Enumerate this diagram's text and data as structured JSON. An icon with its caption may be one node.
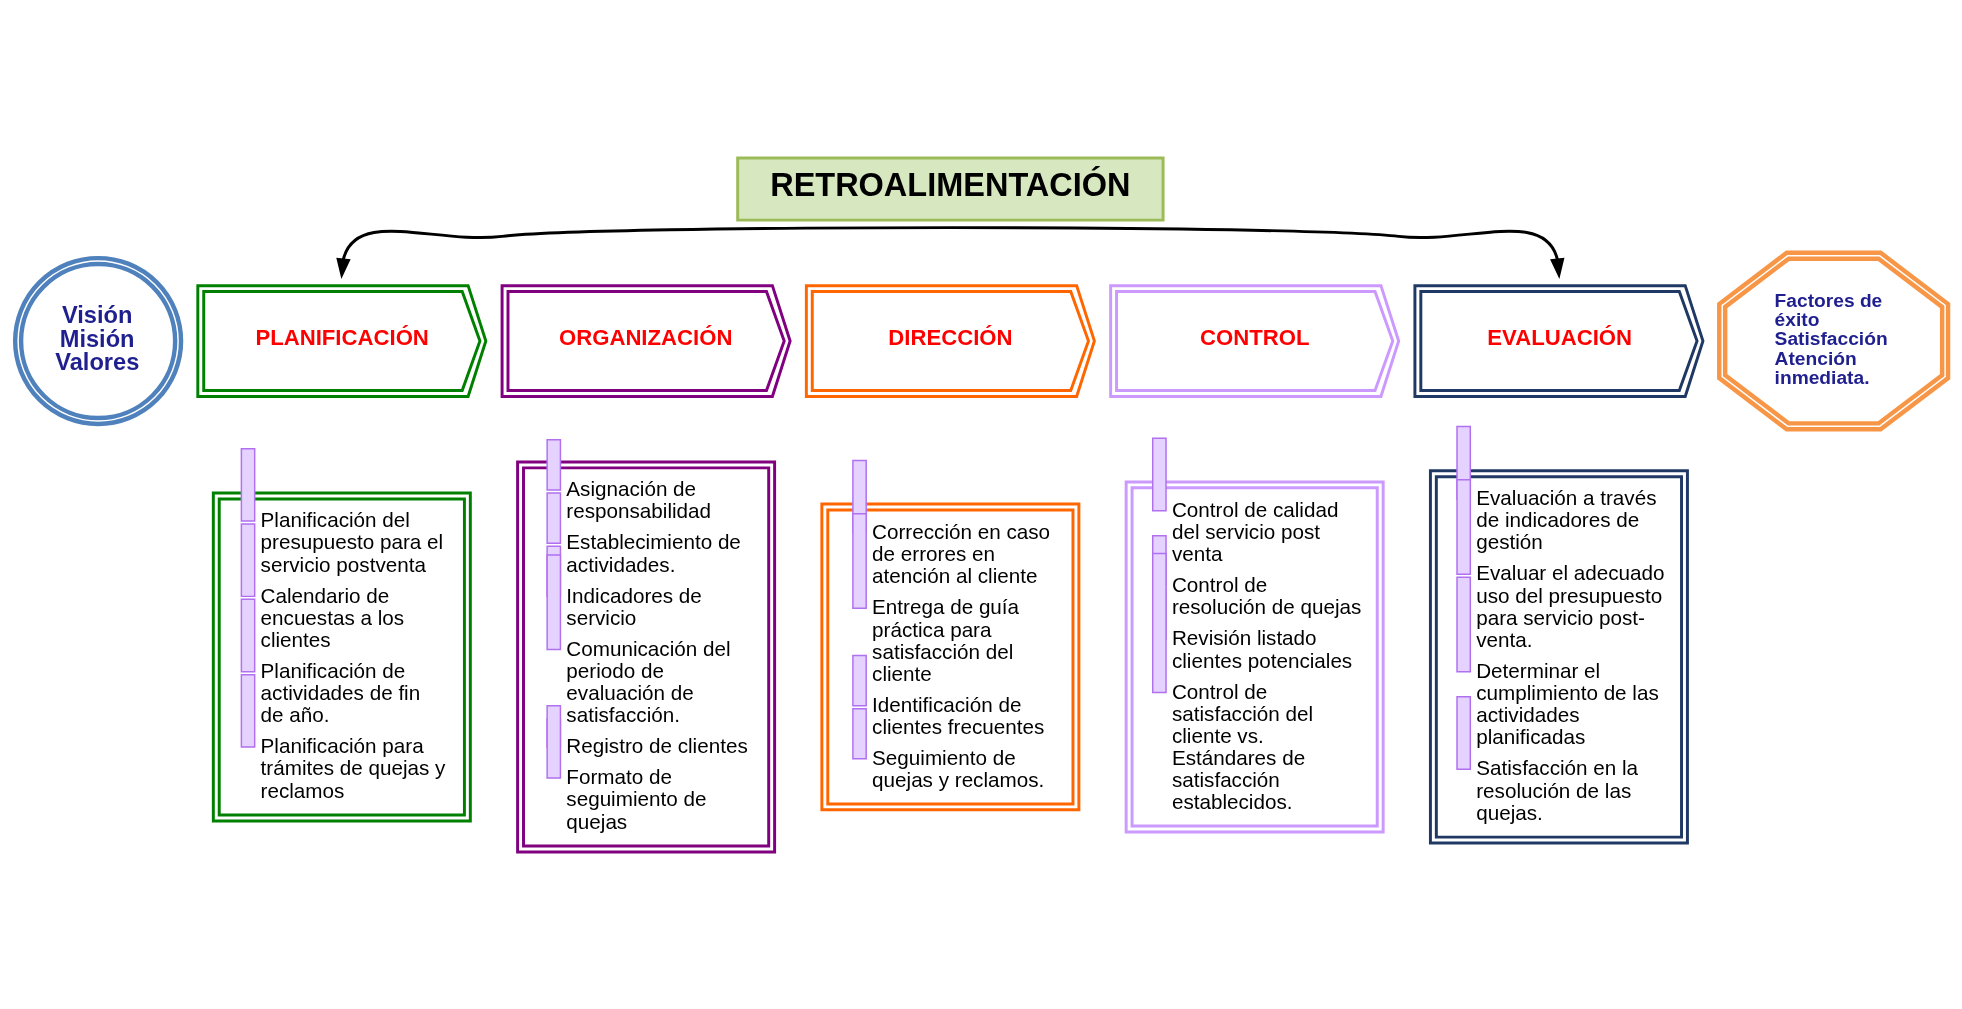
{
  "diagram": {
    "nodes": [
      {
        "text": [
          "RETROALIMENTACIÓN"
        ]
      },
      {
        "text": [
          "Visión Misión Valores"
        ]
      },
      {
        "text": [
          "PLANIFICACIÓN"
        ]
      },
      {
        "text": [
          "ORGANIZACIÓN"
        ]
      },
      {
        "text": [
          "DIRECCIÓN"
        ]
      },
      {
        "text": [
          "CONTROL"
        ]
      },
      {
        "text": [
          "EVALUACIÓN"
        ]
      },
      {
        "text": [
          "Planificación del presupuesto para el servicio postventa",
          "Calendario de encuestas a los clientes",
          "Planificación de actividades de fin de año.",
          "Planificación para trámites de quejas y reclamos"
        ]
      },
      {
        "text": [
          "Asignación de responsabilidad",
          "Establecimiento de actividades.",
          "Indicadores de servicio",
          "Comunicación del periodo de evaluación de satisfacción.",
          "Registro de clientes",
          "Formato de seguimiento de quejas"
        ]
      },
      {
        "text": [
          "Corrección en caso de errores en atención al cliente",
          "Entrega de guía práctica para satisfacción del cliente",
          "Identificación de clientes frecuentes",
          "Seguimiento de quejas y reclamos."
        ]
      },
      {
        "text": [
          "Control de calidad del servicio post venta",
          "Control de resolución de quejas",
          "Revisión listado clientes potenciales",
          "Control de satisfacción del cliente vs. Estándares de satisfacción establecidos."
        ]
      },
      {
        "text": [
          "Evaluación a través de indicadores de gestión",
          "Evaluar el adecuado uso del presupuesto para servicio post-venta.",
          "Determinar el cumplimiento de las actividades planificadas",
          "Satisfacción en la resolución de las quejas."
        ]
      },
      {
        "text": [
          "Factores de éxito Satisfacción Atención inmediata."
        ]
      }
    ],
    "edges": [
      {
        "from": 6,
        "to": 2,
        "arrow": "both"
      }
    ]
  }
}
